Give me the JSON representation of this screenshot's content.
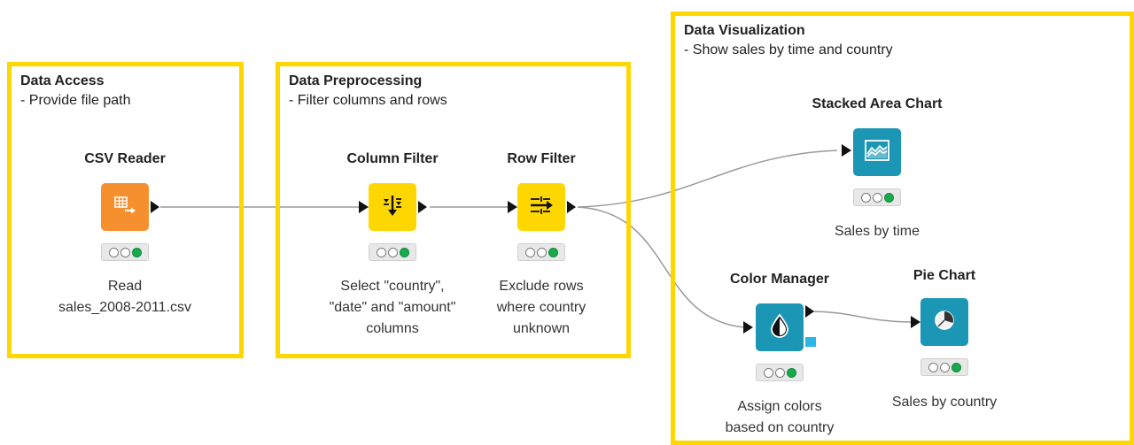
{
  "annotations": [
    {
      "title": "Data Access",
      "subtitle": "- Provide file path"
    },
    {
      "title": "Data Preprocessing",
      "subtitle": "- Filter columns and rows"
    },
    {
      "title": "Data Visualization",
      "subtitle": "- Show sales by time and country"
    }
  ],
  "nodes": {
    "csv_reader": {
      "name": "CSV Reader",
      "desc1": "Read",
      "desc2": "sales_2008-2011.csv",
      "icon": "table-arrow-icon",
      "color": "#f6902f"
    },
    "column_filter": {
      "name": "Column Filter",
      "desc1": "Select \"country\",",
      "desc2": "\"date\" and \"amount\"",
      "desc3": "columns",
      "icon": "column-filter-icon",
      "color": "#ffd700"
    },
    "row_filter": {
      "name": "Row Filter",
      "desc1": "Exclude rows",
      "desc2": "where country",
      "desc3": "unknown",
      "icon": "row-filter-icon",
      "color": "#ffd700"
    },
    "stacked_area": {
      "name": "Stacked Area Chart",
      "desc1": "Sales by time",
      "icon": "area-chart-icon",
      "color": "#1b96b4"
    },
    "color_manager": {
      "name": "Color Manager",
      "desc1": "Assign colors",
      "desc2": "based on country",
      "icon": "color-drop-icon",
      "color": "#1b96b4"
    },
    "pie_chart": {
      "name": "Pie Chart",
      "desc1": "Sales by country",
      "icon": "pie-chart-icon",
      "color": "#1b96b4"
    }
  },
  "status": {
    "traffic_light": "green"
  }
}
